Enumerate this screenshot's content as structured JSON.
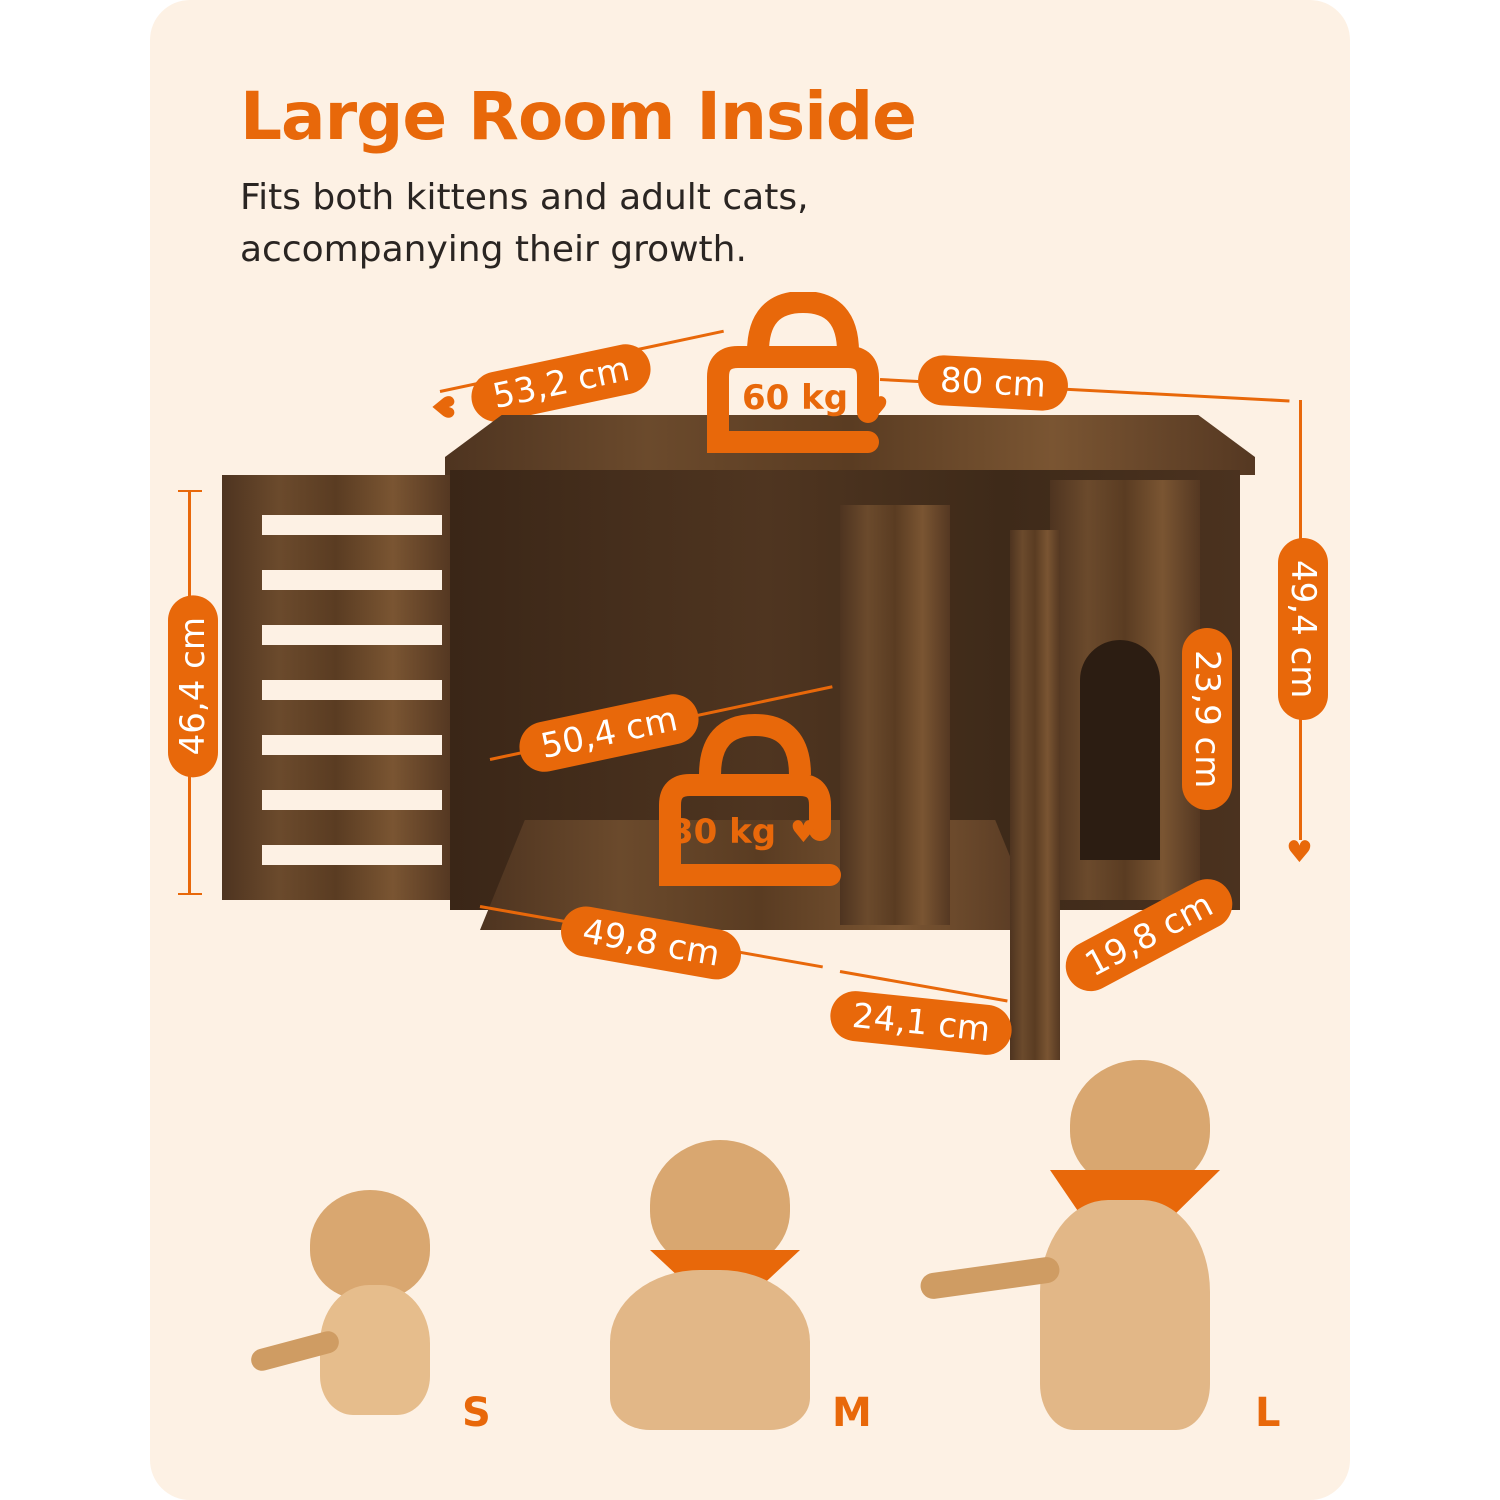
{
  "header": {
    "title": "Large Room Inside",
    "subtitle_line1": "Fits both kittens and adult cats,",
    "subtitle_line2": "accompanying their growth."
  },
  "dimensions": {
    "depth": "53,2 cm",
    "width": "80 cm",
    "total_height": "49,4 cm",
    "door_height": "46,4 cm",
    "inner_depth": "50,4 cm",
    "entry_height": "23,9 cm",
    "left_compartment_width": "49,8 cm",
    "right_compartment_width": "24,1 cm",
    "entry_width": "19,8 cm"
  },
  "load_capacity": {
    "top": {
      "value": "60 kg",
      "icon": "weight-icon"
    },
    "shelf": {
      "value": "30 kg",
      "icon": "weight-icon"
    }
  },
  "cat_sizes": [
    {
      "label": "S",
      "description": "kitten"
    },
    {
      "label": "M",
      "description": "young cat with bandana"
    },
    {
      "label": "L",
      "description": "adult cat with bandana"
    }
  ],
  "colors": {
    "accent": "#e8680a",
    "background": "#fdf1e4",
    "text": "#2a2522"
  }
}
